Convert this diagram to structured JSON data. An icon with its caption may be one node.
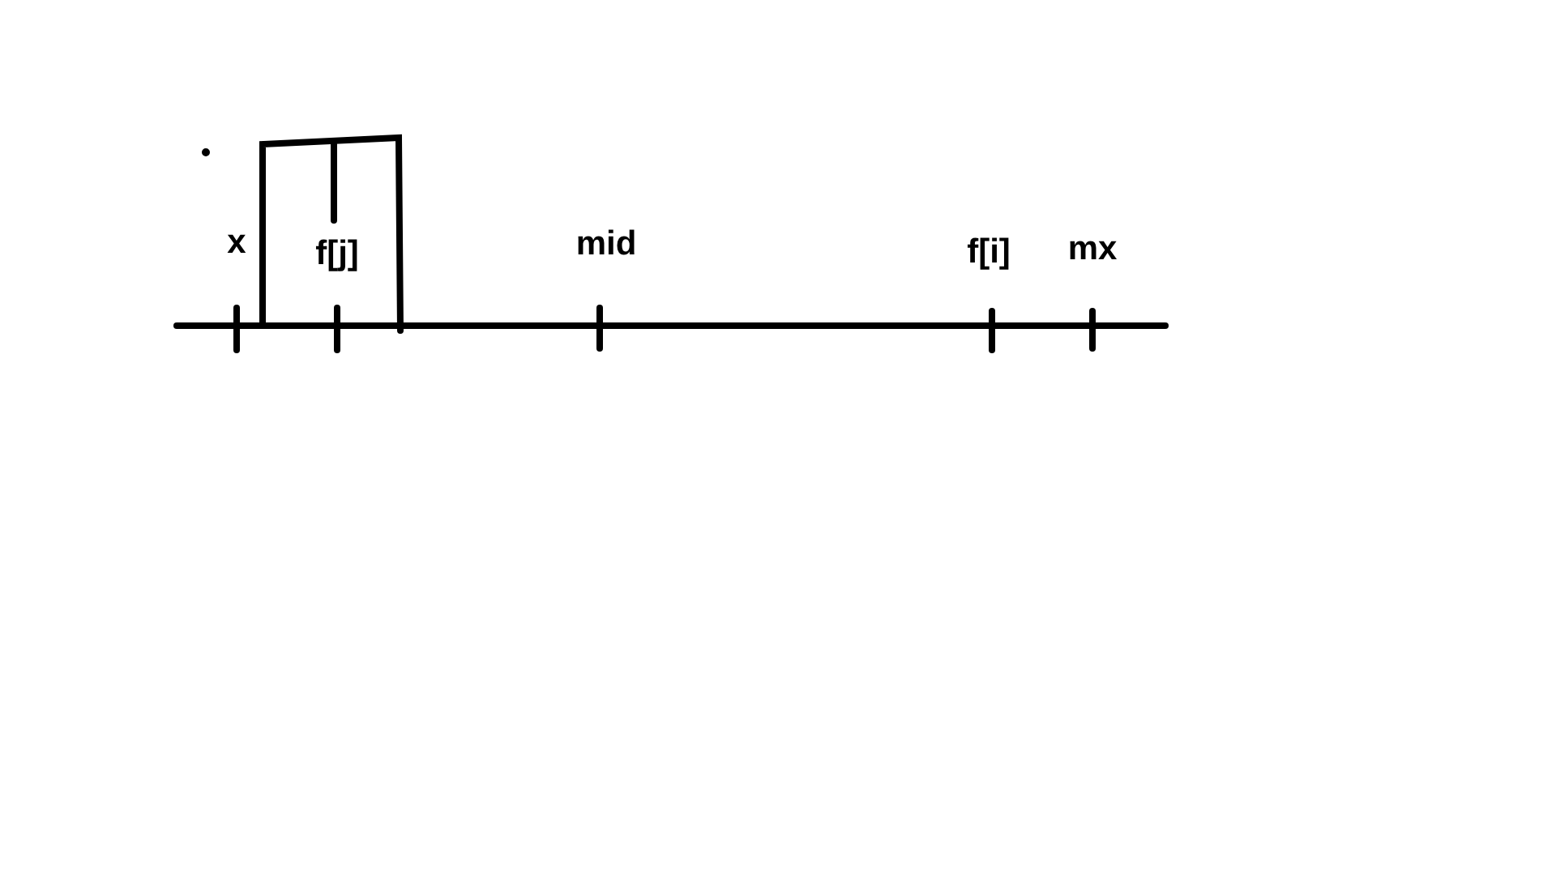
{
  "diagram": {
    "labels": [
      "x",
      "f[j]",
      "mid",
      "f[i]",
      "mx"
    ]
  }
}
